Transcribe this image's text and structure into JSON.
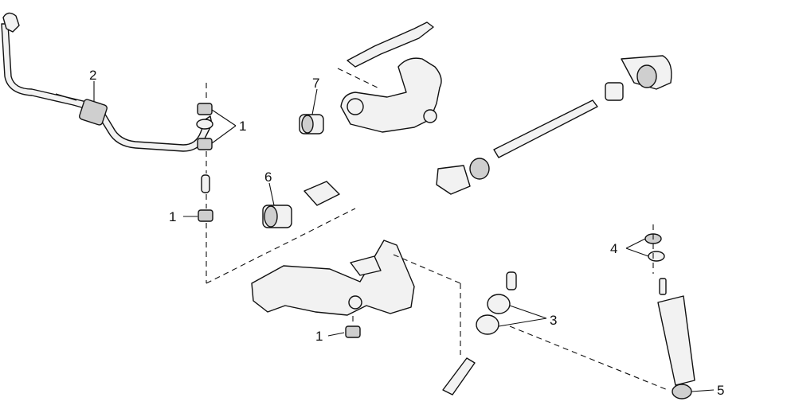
{
  "callouts": {
    "c1a": "1",
    "c1b": "1",
    "c1c": "1",
    "c2": "2",
    "c3": "3",
    "c4": "4",
    "c5": "5",
    "c6": "6",
    "c7": "7"
  }
}
